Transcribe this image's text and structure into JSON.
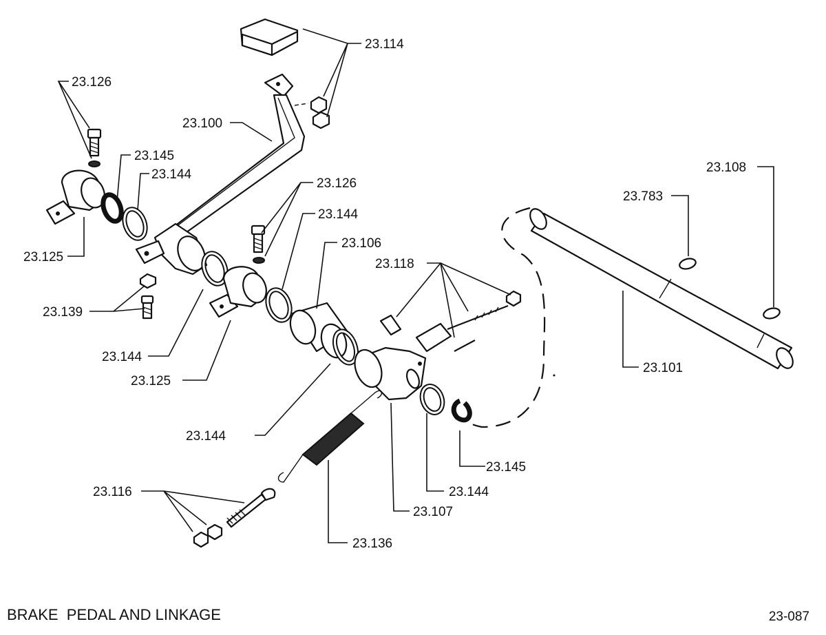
{
  "caption": "BRAKE  PEDAL AND LINKAGE",
  "figure_number": "23-087",
  "labels": {
    "l_23_114": "23.114",
    "l_23_126_top": "23.126",
    "l_23_100": "23.100",
    "l_23_145_top": "23.145",
    "l_23_144_top": "23.144",
    "l_23_125_top": "23.125",
    "l_23_126_mid": "23.126",
    "l_23_144_mid": "23.144",
    "l_23_106": "23.106",
    "l_23_139": "23.139",
    "l_23_118": "23.118",
    "l_23_108": "23.108",
    "l_23_783": "23.783",
    "l_23_101": "23.101",
    "l_23_144_left": "23.144",
    "l_23_125_bot": "23.125",
    "l_23_144_low": "23.144",
    "l_23_145_bot": "23.145",
    "l_23_144_bot": "23.144",
    "l_23_107": "23.107",
    "l_23_116": "23.116",
    "l_23_136": "23.136"
  }
}
